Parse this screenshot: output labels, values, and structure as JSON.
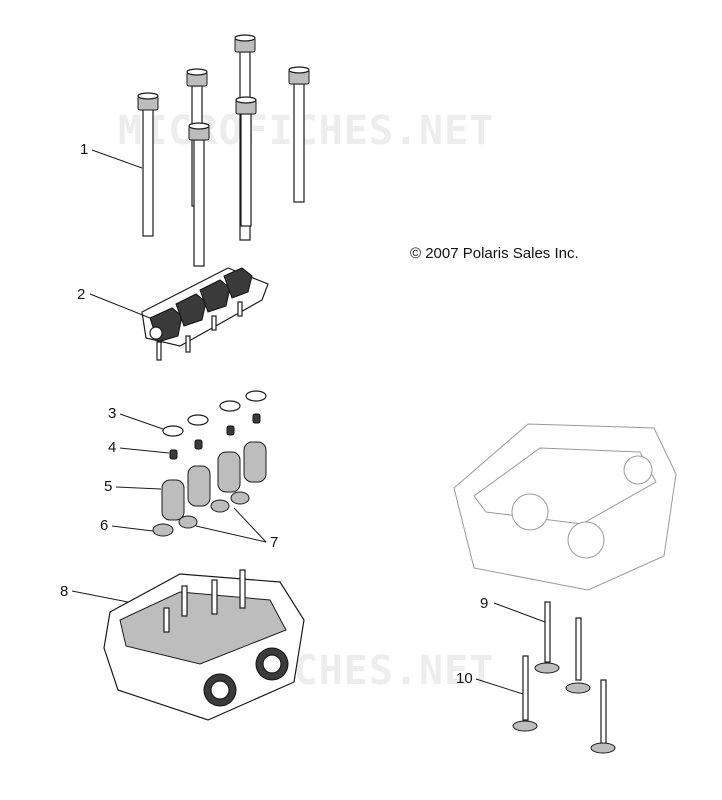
{
  "watermark": {
    "text": "MICROFICHES.NET",
    "color": "#ededed"
  },
  "copyright": "© 2007 Polaris Sales Inc.",
  "callouts": [
    {
      "number": "1",
      "part": "cylinder-head-bolt"
    },
    {
      "number": "2",
      "part": "rocker-arm-assembly"
    },
    {
      "number": "3",
      "part": "valve-spring-retainer"
    },
    {
      "number": "4",
      "part": "valve-keeper"
    },
    {
      "number": "5",
      "part": "valve-spring"
    },
    {
      "number": "6",
      "part": "spring-seat"
    },
    {
      "number": "7",
      "part": "valve-stem-seal"
    },
    {
      "number": "8",
      "part": "cylinder-head"
    },
    {
      "number": "9",
      "part": "exhaust-valve"
    },
    {
      "number": "10",
      "part": "intake-valve"
    }
  ],
  "colors": {
    "line": "#1b1b1b",
    "ghost": "#9a9a9a",
    "background": "#ffffff"
  }
}
